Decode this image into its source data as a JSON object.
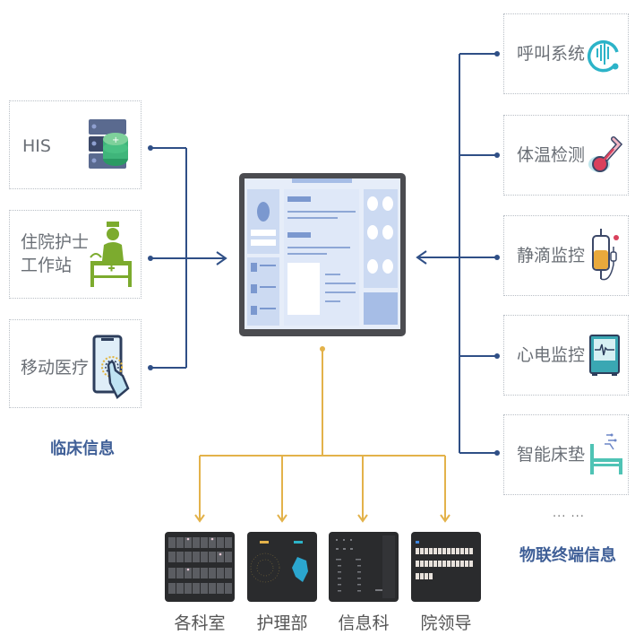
{
  "clinical": {
    "title": "临床信息",
    "items": [
      {
        "label": "HIS",
        "icon": "database-server-icon"
      },
      {
        "label": "住院护士\n工作站",
        "line1": "住院护士",
        "line2": "工作站",
        "icon": "nurse-station-icon"
      },
      {
        "label": "移动医疗",
        "icon": "mobile-touch-icon"
      }
    ]
  },
  "iot": {
    "title": "物联终端信息",
    "ellipsis": "... ...",
    "items": [
      {
        "label": "呼叫系统",
        "icon": "voice-call-icon"
      },
      {
        "label": "体温检测",
        "icon": "thermometer-icon"
      },
      {
        "label": "静滴监控",
        "icon": "iv-drip-icon"
      },
      {
        "label": "心电监控",
        "icon": "ecg-monitor-icon"
      },
      {
        "label": "智能床垫",
        "icon": "smart-bed-icon"
      }
    ]
  },
  "center": {
    "icon": "dashboard-monitor-icon"
  },
  "outputs": [
    {
      "label": "各科室",
      "screen": "department-grid-screen"
    },
    {
      "label": "护理部",
      "screen": "nursing-radar-screen"
    },
    {
      "label": "信息科",
      "screen": "info-table-screen"
    },
    {
      "label": "院领导",
      "screen": "leadership-cards-screen"
    }
  ],
  "colors": {
    "blue_line": "#2f4f86",
    "gold_line": "#e3b24a",
    "caption": "#3f5f97"
  }
}
